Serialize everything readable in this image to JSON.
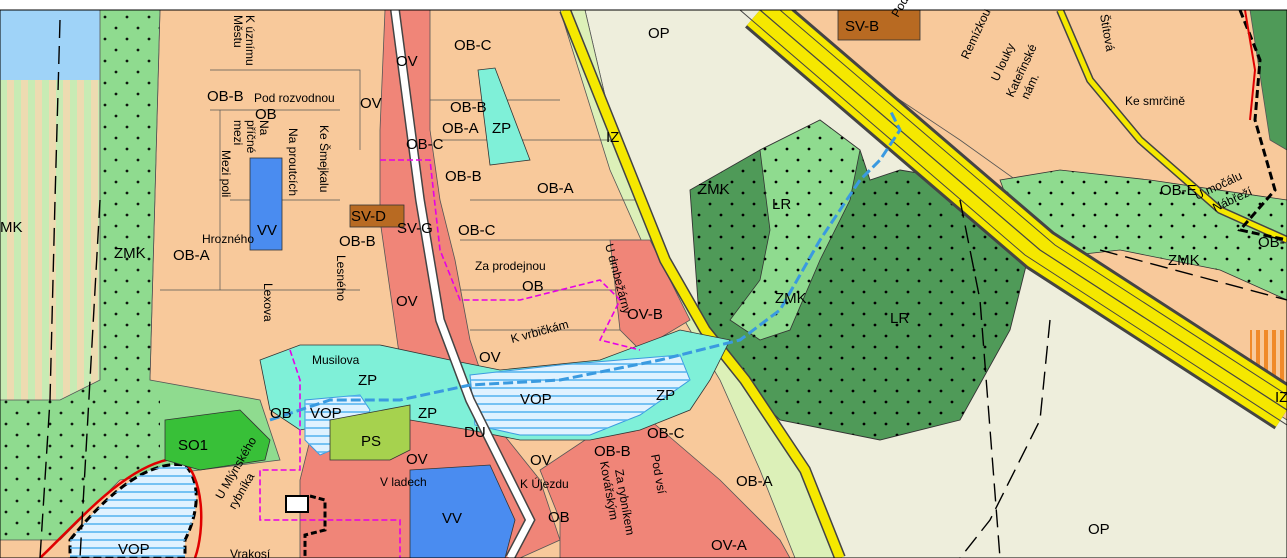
{
  "colors": {
    "residential": "#f8c99b",
    "civic": "#f08578",
    "park": "#7ff0d8",
    "greenery": "#8fdb8f",
    "forest": "#4f9a58",
    "open_land": "#eeeedc",
    "industrial_strip": "#dcf0b8",
    "road_yellow": "#f5e800",
    "water_blue": "#9fd3f8",
    "retail_brown": "#b86a22",
    "school_blue": "#4a8cf0",
    "sports_green": "#a6d24e",
    "so_green": "#38c038",
    "plan_border": "#e600e6"
  },
  "zones": [
    {
      "id": "op-top",
      "text": "OP"
    },
    {
      "id": "svb-top",
      "text": "SV-B"
    },
    {
      "id": "obc-top",
      "text": "OB-C"
    },
    {
      "id": "ov-top",
      "text": "OV"
    },
    {
      "id": "obb-left",
      "text": "OB-B"
    },
    {
      "id": "ob-left",
      "text": "OB"
    },
    {
      "id": "ov-mid",
      "text": "OV"
    },
    {
      "id": "obb-mid",
      "text": "OB-B"
    },
    {
      "id": "oba-mid",
      "text": "OB-A"
    },
    {
      "id": "zp-top",
      "text": "ZP"
    },
    {
      "id": "obc-mid",
      "text": "OB-C"
    },
    {
      "id": "iz",
      "text": "IZ"
    },
    {
      "id": "obb-2",
      "text": "OB-B"
    },
    {
      "id": "oba-2",
      "text": "OB-A"
    },
    {
      "id": "zmk-1",
      "text": "ZMK"
    },
    {
      "id": "lr-1",
      "text": "LR"
    },
    {
      "id": "vv-1",
      "text": "VV"
    },
    {
      "id": "svd",
      "text": "SV-D"
    },
    {
      "id": "svg",
      "text": "SV-G"
    },
    {
      "id": "obb-3",
      "text": "OB-B"
    },
    {
      "id": "obc-3",
      "text": "OB-C"
    },
    {
      "id": "mk-edge",
      "text": "MK"
    },
    {
      "id": "zmk-left",
      "text": "ZMK"
    },
    {
      "id": "oba-left",
      "text": "OB-A"
    },
    {
      "id": "ob-4",
      "text": "OB"
    },
    {
      "id": "ov-4",
      "text": "OV"
    },
    {
      "id": "ovb",
      "text": "OV-B"
    },
    {
      "id": "zmk-2",
      "text": "ZMK"
    },
    {
      "id": "lr-2",
      "text": "LR"
    },
    {
      "id": "zmk-3",
      "text": "ZMK"
    },
    {
      "id": "obe",
      "text": "OB-E"
    },
    {
      "id": "ob-edge",
      "text": "OB-"
    },
    {
      "id": "ov-5",
      "text": "OV"
    },
    {
      "id": "zp-2",
      "text": "ZP"
    },
    {
      "id": "ob-5",
      "text": "OB"
    },
    {
      "id": "vop-1",
      "text": "VOP"
    },
    {
      "id": "zp-3",
      "text": "ZP"
    },
    {
      "id": "vop-2",
      "text": "VOP"
    },
    {
      "id": "zp-4",
      "text": "ZP"
    },
    {
      "id": "du",
      "text": "DU"
    },
    {
      "id": "so1",
      "text": "SO1"
    },
    {
      "id": "ps",
      "text": "PS"
    },
    {
      "id": "ov-6",
      "text": "OV"
    },
    {
      "id": "ov-7",
      "text": "OV"
    },
    {
      "id": "obb-4",
      "text": "OB-B"
    },
    {
      "id": "obc-4",
      "text": "OB-C"
    },
    {
      "id": "oba-3",
      "text": "OB-A"
    },
    {
      "id": "vv-2",
      "text": "VV"
    },
    {
      "id": "ob-6",
      "text": "OB"
    },
    {
      "id": "vop-3",
      "text": "VOP"
    },
    {
      "id": "ova",
      "text": "OV-A"
    },
    {
      "id": "op-bottom",
      "text": "OP"
    },
    {
      "id": "iz-edge",
      "text": "IZ"
    }
  ],
  "streets": [
    {
      "id": "k-uznimu",
      "text": "K úznímu"
    },
    {
      "id": "mestu",
      "text": "Městu"
    },
    {
      "id": "pod-rozvodnou",
      "text": "Pod rozvodnou"
    },
    {
      "id": "na",
      "text": "Na"
    },
    {
      "id": "pricne",
      "text": "příčné"
    },
    {
      "id": "mezi",
      "text": "mezi"
    },
    {
      "id": "na-proutcich",
      "text": "Na proutcích"
    },
    {
      "id": "ke-smejkalu",
      "text": "Ke Šmejkalu"
    },
    {
      "id": "mezi-poli",
      "text": "Mezi poli"
    },
    {
      "id": "hrozneho",
      "text": "Hrozného"
    },
    {
      "id": "lesneho",
      "text": "Lesného"
    },
    {
      "id": "lexova",
      "text": "Lexova"
    },
    {
      "id": "za-prodejnou",
      "text": "Za prodejnou"
    },
    {
      "id": "u-drnbezarny",
      "text": "U drnbežárny"
    },
    {
      "id": "k-vrbickam",
      "text": "K vrbičkám"
    },
    {
      "id": "musilova",
      "text": "Musilova"
    },
    {
      "id": "u-mlynskeho",
      "text": "U Mlýnského"
    },
    {
      "id": "rybnika",
      "text": "rybníka"
    },
    {
      "id": "v-ladech",
      "text": "V ladech"
    },
    {
      "id": "k-ujezdu",
      "text": "K Újezdu"
    },
    {
      "id": "kovarskym",
      "text": "Kovářským"
    },
    {
      "id": "za-rybnikem",
      "text": "Za rybníkem"
    },
    {
      "id": "pod-vsi",
      "text": "Pod vsí"
    },
    {
      "id": "vrakosi",
      "text": "Vrakosí"
    },
    {
      "id": "remizkou",
      "text": "Remízkou"
    },
    {
      "id": "u-louky",
      "text": "U louky"
    },
    {
      "id": "katerinske",
      "text": "Kateřinské"
    },
    {
      "id": "nam",
      "text": "nám."
    },
    {
      "id": "ke-smrcine",
      "text": "Ke smrčině"
    },
    {
      "id": "u-mocalu",
      "text": "U močálu"
    },
    {
      "id": "nabrezi",
      "text": "Nábřeží"
    },
    {
      "id": "stitova",
      "text": "Štítová"
    },
    {
      "id": "pod",
      "text": "Pod"
    }
  ]
}
